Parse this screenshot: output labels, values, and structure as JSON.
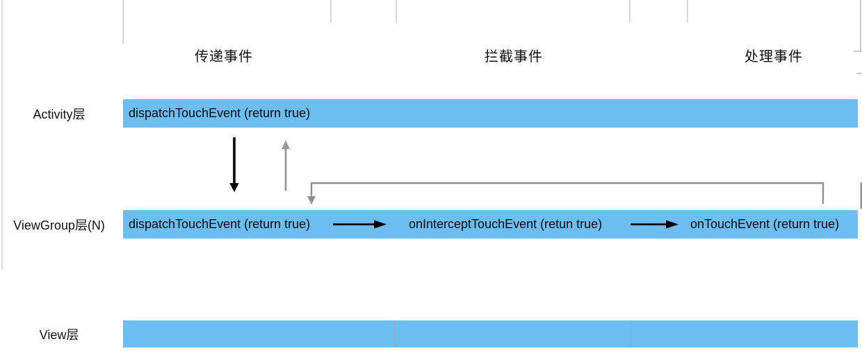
{
  "column_headers": [
    {
      "id": "dispatch",
      "label": "传递事件"
    },
    {
      "id": "intercept",
      "label": "拦截事件"
    },
    {
      "id": "handle",
      "label": "处理事件"
    }
  ],
  "rows": [
    {
      "id": "activity",
      "label": "Activity层",
      "cells": [
        {
          "text": "dispatchTouchEvent (return true)"
        }
      ]
    },
    {
      "id": "viewgroup",
      "label": "ViewGroup层(N)",
      "cells": [
        {
          "text": "dispatchTouchEvent (return true)"
        },
        {
          "text": "onInterceptTouchEvent (retun true)"
        },
        {
          "text": "onTouchEvent (return true)"
        }
      ]
    },
    {
      "id": "view",
      "label": "View层",
      "cells": []
    }
  ],
  "colors": {
    "bar_blue": "#6cbef0",
    "arrow_black": "#000000",
    "arrow_gray": "#9b9b9b",
    "elbow_gray": "#8f8f8f",
    "grid_gray": "#d8d8d8",
    "text": "#111111"
  }
}
